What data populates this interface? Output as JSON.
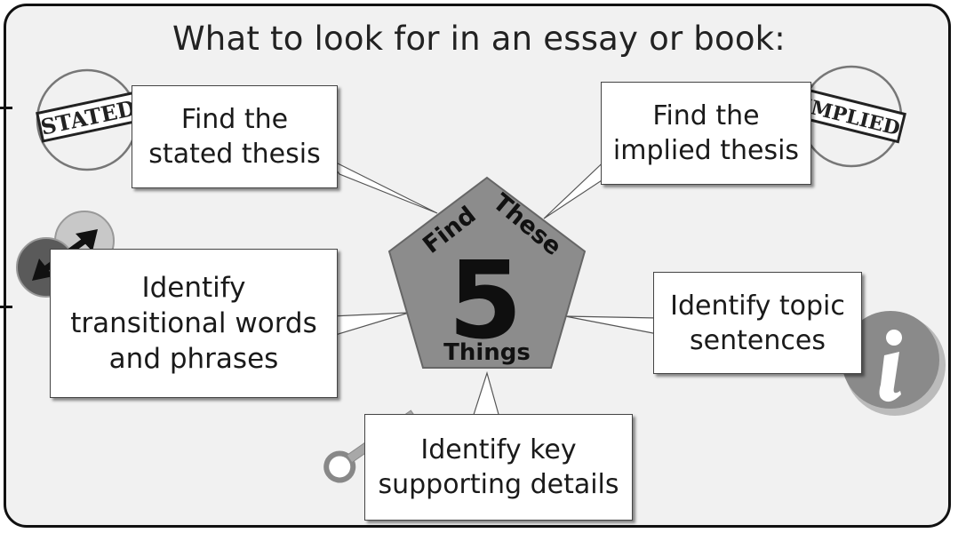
{
  "title": "What to look for in an essay or book:",
  "center": {
    "top_left_word": "Find",
    "top_right_word": "These",
    "number": "5",
    "bottom_word": "Things",
    "color": "#8c8c8c"
  },
  "callouts": {
    "stated": "Find the\nstated thesis",
    "implied": "Find the\nimplied thesis",
    "transitional": "Identify\ntransitional words\nand phrases",
    "topic": "Identify topic\nsentences",
    "key": "Identify key\nsupporting details"
  },
  "stamps": {
    "stated": "STATED",
    "implied": "IMPLIED"
  },
  "icons": {
    "arrows": "double-arrow-icon",
    "info": "info-icon",
    "key": "key-icon"
  }
}
